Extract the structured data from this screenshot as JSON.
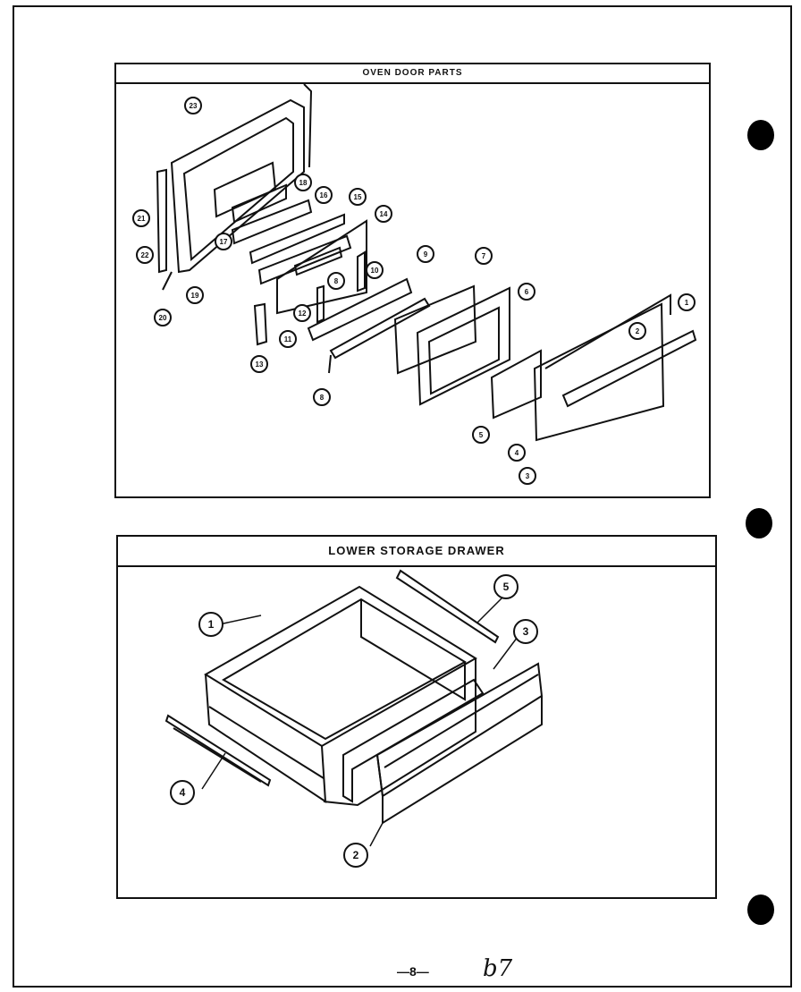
{
  "oven_door": {
    "title": "OVEN DOOR PARTS",
    "callouts": [
      "23",
      "18",
      "16",
      "15",
      "14",
      "21",
      "22",
      "17",
      "19",
      "20",
      "10",
      "9",
      "7",
      "6",
      "1",
      "2",
      "8",
      "12",
      "11",
      "13",
      "8",
      "5",
      "4",
      "3"
    ]
  },
  "drawer": {
    "title": "LOWER STORAGE DRAWER",
    "callouts": [
      "1",
      "5",
      "3",
      "4",
      "2"
    ]
  },
  "footer": {
    "page_number": "—8—",
    "handwritten_note": "b7"
  }
}
